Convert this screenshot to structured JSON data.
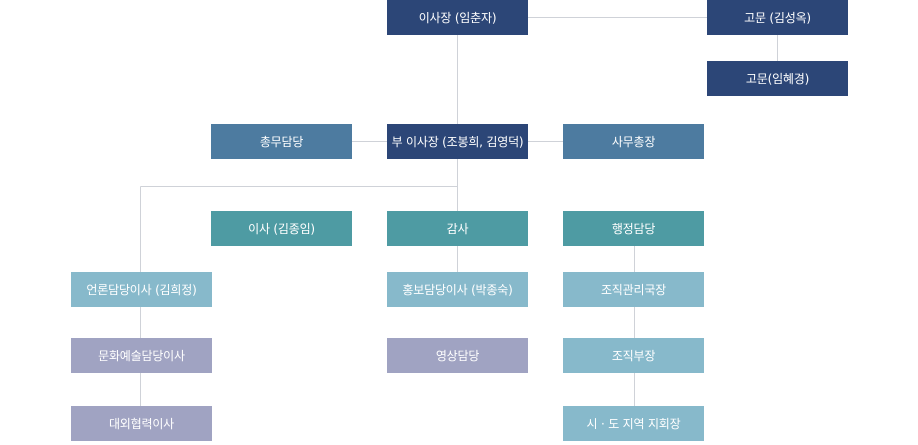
{
  "chairman": "이사장 (임춘자)",
  "advisor_1": "고문 (김성옥)",
  "advisor_2": "고문(임혜경)",
  "general_affairs": "총무담당",
  "vice_chairman": "부 이사장 (조봉희, 김영덕)",
  "secretary_general": "사무총장",
  "director": "이사 (김종임)",
  "auditor": "감사",
  "administration": "행정담당",
  "press_director": "언론담당이사 (김희정)",
  "pr_director": "홍보담당이사 (박종숙)",
  "org_management_head": "조직관리국장",
  "culture_arts_director": "문화예술담당이사",
  "video": "영상담당",
  "org_deputy_head": "조직부장",
  "external_coop_director": "대외협력이사",
  "regional_branch_head": "시 · 도 지역 지회장",
  "colors": {
    "navy": "#2c4677",
    "steel": "#4d7ba0",
    "teal": "#4e9ba3",
    "light_blue": "#87b9cb",
    "lavender": "#a0a3c2",
    "connector": "#cfd2d8"
  }
}
